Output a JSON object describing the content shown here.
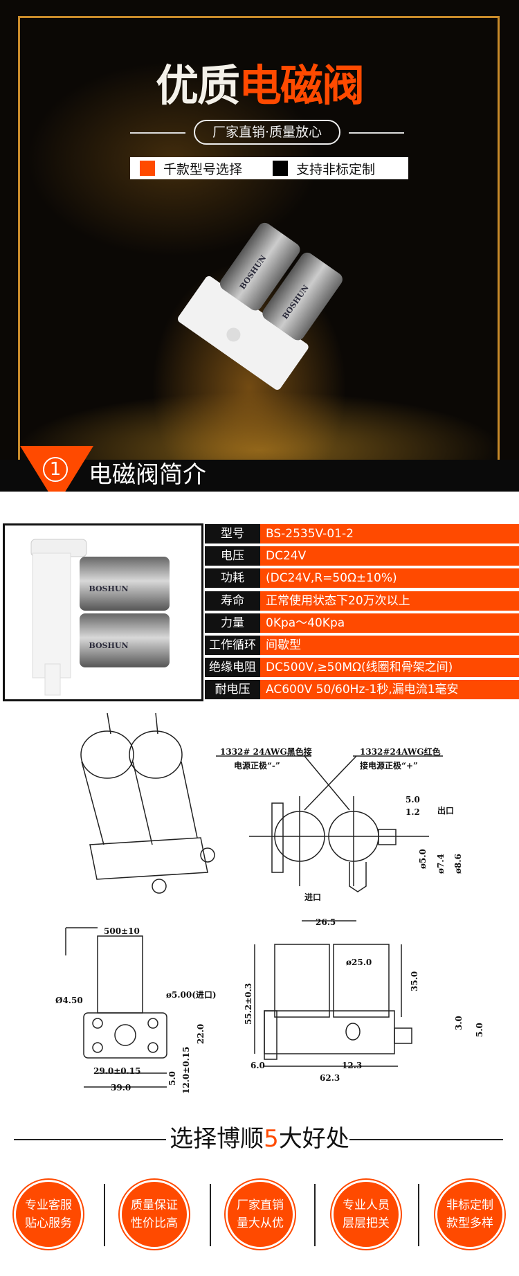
{
  "hero": {
    "title_white": "优质",
    "title_orange": "电磁阀",
    "subtitle": "厂家直销·质量放心",
    "features": [
      {
        "label": "千款型号选择",
        "color": "#ff4a00"
      },
      {
        "label": "支持非标定制",
        "color": "#000000"
      }
    ],
    "brand": "BOSHUN"
  },
  "section": {
    "number": "1",
    "title": "电磁阀简介"
  },
  "specs": [
    {
      "k": "型号",
      "v": "BS-2535V-01-2"
    },
    {
      "k": "电压",
      "v": "DC24V"
    },
    {
      "k": "功耗",
      "v": "(DC24V,R=50Ω±10%)"
    },
    {
      "k": "寿命",
      "v": "正常使用状态下20万次以上"
    },
    {
      "k": "力量",
      "v": "0Kpa～40Kpa"
    },
    {
      "k": "工作循环",
      "v": "间歇型"
    },
    {
      "k": "绝缘电阻",
      "v": "DC500V,≥50MΩ(线圈和骨架之间)"
    },
    {
      "k": "耐电压",
      "v": "AC600V 50/60Hz-1秒,漏电流1毫安"
    }
  ],
  "drawing": {
    "wire_black_1": "1332# 24AWG黑色接",
    "wire_black_2": "电源正极“-”",
    "wire_red_1": "1332#24AWG红色",
    "wire_red_2": "接电源正极“+”",
    "outlet": "出口",
    "inlet": "进口",
    "d1": "5.0",
    "d2": "1.2",
    "phi1": "ø5.0",
    "phi2": "ø7.4",
    "phi3": "ø8.6",
    "wire_len": "500±10",
    "hole": "Ø4.50",
    "inlet_dia": "ø5.00(进口)",
    "h22": "22.0",
    "w29": "29.0±0.15",
    "w39": "39.0",
    "h5": "5.0",
    "h12": "12.0±0.15",
    "w265": "26.5",
    "phi25": "ø25.0",
    "h35": "35.0",
    "h552": "55.2±0.3",
    "h3": "3.0",
    "h5b": "5.0",
    "w6": "6.0",
    "w123": "12.3",
    "w623": "62.3"
  },
  "benefits": {
    "title_a": "选择博顺",
    "title_num": "5",
    "title_b": "大好处",
    "accent": "#ff4a00",
    "items": [
      [
        "专业客服",
        "贴心服务"
      ],
      [
        "质量保证",
        "性价比高"
      ],
      [
        "厂家直销",
        "量大从优"
      ],
      [
        "专业人员",
        "层层把关"
      ],
      [
        "非标定制",
        "款型多样"
      ]
    ]
  }
}
